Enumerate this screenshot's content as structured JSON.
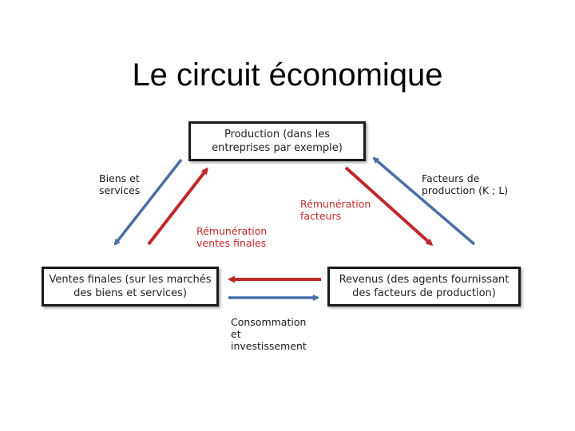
{
  "title": "Le circuit économique",
  "boxes": {
    "production": [
      "Production (dans les",
      "entreprises par exemple)"
    ],
    "ventes": [
      "Ventes finales (sur les marchés",
      "des biens et services)"
    ],
    "revenus": [
      "Revenus (des agents fournissant",
      "des facteurs de production)"
    ]
  },
  "labels": {
    "biens_services": [
      "Biens et",
      "services"
    ],
    "facteurs": [
      "Facteurs de",
      "production (K ; L)"
    ],
    "remuneration_facteurs": [
      "Rémunération",
      "facteurs"
    ],
    "remuneration_ventes": [
      "Rémunération",
      "ventes finales"
    ],
    "consommation": [
      "Consommation",
      "et",
      "investissement"
    ]
  },
  "colors": {
    "blue_flow": "#4a6fa5",
    "red_flow": "#c0282a",
    "box_border": "#1a1a1a"
  }
}
